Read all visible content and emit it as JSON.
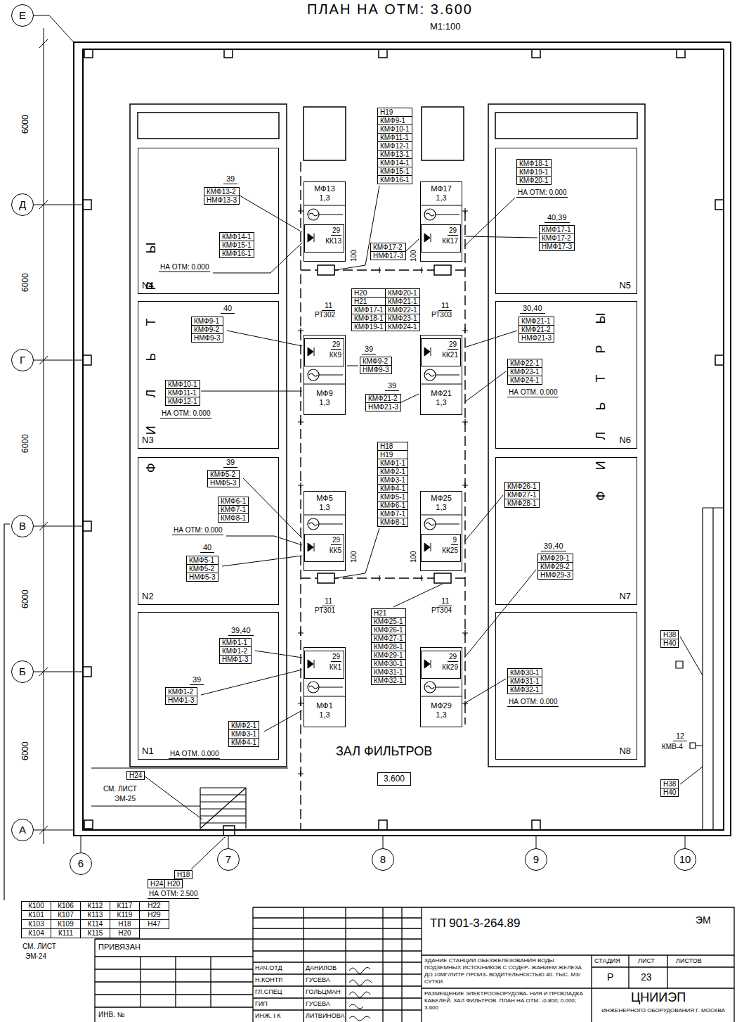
{
  "diagram": {
    "title": "ПЛАН НА ОТМ: 3.600",
    "nodes": [
      {
        "text": [
          "Е"
        ]
      },
      {
        "text": [
          "Д"
        ]
      },
      {
        "text": [
          "Г"
        ]
      },
      {
        "text": [
          "В"
        ]
      },
      {
        "text": [
          "Б"
        ]
      },
      {
        "text": [
          "А"
        ]
      },
      {
        "text": [
          "6"
        ]
      },
      {
        "text": [
          "7"
        ]
      },
      {
        "text": [
          "8"
        ]
      },
      {
        "text": [
          "9"
        ]
      },
      {
        "text": [
          "10"
        ]
      },
      {
        "text": [
          "N4"
        ]
      },
      {
        "text": [
          "N5"
        ]
      },
      {
        "text": [
          "N3"
        ]
      },
      {
        "text": [
          "N6"
        ]
      },
      {
        "text": [
          "N2"
        ]
      },
      {
        "text": [
          "N7"
        ]
      },
      {
        "text": [
          "N1"
        ]
      },
      {
        "text": [
          "N8"
        ]
      },
      {
        "text": [
          "МФ13",
          "1,3"
        ]
      },
      {
        "text": [
          "29",
          "КК13"
        ],
        "in": 19
      },
      {
        "text": [
          "МФ17",
          "1,3"
        ]
      },
      {
        "text": [
          "29",
          "КК17"
        ],
        "in": 21
      },
      {
        "text": [
          "МФ9",
          "1,3"
        ]
      },
      {
        "text": [
          "29",
          "КК9"
        ],
        "in": 23
      },
      {
        "text": [
          "МФ21",
          "1,3"
        ]
      },
      {
        "text": [
          "29",
          "КК21"
        ],
        "in": 25
      },
      {
        "text": [
          "МФ5",
          "1,3"
        ]
      },
      {
        "text": [
          "29",
          "КК5"
        ],
        "in": 27
      },
      {
        "text": [
          "МФ25",
          "1,3"
        ]
      },
      {
        "text": [
          "9",
          "КК25"
        ],
        "in": 29
      },
      {
        "text": [
          "МФ1",
          "1,3"
        ]
      },
      {
        "text": [
          "29",
          "КК1"
        ],
        "in": 31
      },
      {
        "text": [
          "МФ29",
          "1,3"
        ]
      },
      {
        "text": [
          "29",
          "КК29"
        ],
        "in": 33
      }
    ],
    "labels": [
      "М1:100",
      "6000",
      "6000",
      "6000",
      "6000",
      "6000",
      "ФИЛЬТРЫ",
      "ФИЛЬТРЫ",
      "39",
      "КМФ13-2",
      "НМФ13-3",
      "КМФ14-1",
      "КМФ15-1",
      "КМФ16-1",
      "НА ОТМ: 0.000",
      "Н19",
      "КМФ9-1",
      "КМФ10-1",
      "КМФ11-1",
      "КМФ12-1",
      "КМФ13-1",
      "КМФ14-1",
      "КМФ15-1",
      "КМФ16-1",
      "КМФ17-2",
      "НМФ17-3",
      "КМФ18-1",
      "КМФ19-1",
      "КМФ20-1",
      "НА ОТМ: 0.000",
      "40,39",
      "КМФ17-1",
      "КМФ17-2",
      "НМФ17-3",
      "100",
      "100",
      "11",
      "РТ302",
      "11",
      "РТ303",
      "Н20",
      "Н21",
      "КМФ17-1",
      "КМФ18-1",
      "КМФ19-1",
      "КМФ20-1",
      "КМФ21-1",
      "КМФ22-1",
      "КМФ23-1",
      "КМФ24-1",
      "40",
      "КМФ9-1",
      "КМФ9-2",
      "НМФ9-3",
      "КМФ10-1",
      "КМФ11-1",
      "КМФ12-1",
      "НА ОТМ: 0.000",
      "39",
      "КМФ9-2",
      "НМФ9-3",
      "39",
      "КМФ21-2",
      "НМФ21-3",
      "30,40",
      "КМФ21-1",
      "КМФ21-2",
      "НМФ21-3",
      "КМФ22-1",
      "КМФ23-1",
      "КМФ24-1",
      "НА ОТМ. 0.000",
      "39",
      "КМФ5-2",
      "НМФ5-3",
      "КМФ6-1",
      "КМФ7-1",
      "КМФ8-1",
      "НА ОТМ: 0.000",
      "40",
      "КМФ5-1",
      "КМФ5-2",
      "НМФ5-3",
      "Н18",
      "Н19",
      "КМФ1-1",
      "КМФ2-1",
      "КМФ3-1",
      "КМФ4-1",
      "КМФ5-1",
      "КМФ6-1",
      "КМФ7-1",
      "КМФ8-1",
      "100",
      "100",
      "КМФ26-1",
      "КМФ27-1",
      "КМФ28-1",
      "39,40",
      "КМФ29-1",
      "КМФ29-2",
      "НМФ29-3",
      "11",
      "РТ301",
      "11",
      "РТ304",
      "Н21",
      "КМФ25-1",
      "КМФ26-1",
      "КМФ27-1",
      "КМФ28-1",
      "КМФ29-1",
      "КМФ30-1",
      "КМФ31-1",
      "КМФ32-1",
      "39,40",
      "КМФ1-1",
      "КМФ1-2",
      "НМФ1-3",
      "39",
      "КМФ1-2",
      "НМФ1-3",
      "КМФ2-1",
      "КМФ3-1",
      "КМФ4-1",
      "НА ОТМ. 0.000",
      "КМФ30-1",
      "КМФ31-1",
      "КМФ32-1",
      "НА ОТМ: 0.000",
      "ЗАЛ ФИЛЬТРОВ",
      "3.600",
      "Н38",
      "Н40",
      "12",
      "КМВ-4",
      "Н38",
      "Н40",
      "Н24",
      "СМ. ЛИСТ",
      "ЭМ-25",
      "Н18",
      "Н24",
      "Н20",
      "НА ОТМ: 2.500",
      "К100",
      "К106",
      "К112",
      "К117",
      "Н22",
      "К101",
      "К107",
      "К113",
      "К119",
      "Н29",
      "К103",
      "К109",
      "К114",
      "Н18",
      "Н47",
      "К104",
      "К111",
      "К115",
      "Н20",
      "СМ. ЛИСТ",
      "ЭМ-24",
      "ТП 901-3-264.89",
      "ЭМ",
      "ПРИВЯЗАН",
      "НАЧ.ОТД",
      "ДАНИЛОВ",
      "Н.КОНТР.",
      "ГУСЕВА",
      "ГЛ.СПЕЦ",
      "ГОЛЬЦМАН",
      "ГИП",
      "ГУСЕВА",
      "ИНЖ. I К",
      "ЛИТВИНОВА",
      "ИНВ. №",
      "ЗДАНИЕ СТАНЦИИ ОБЕЗЖЕЛЕЗОВАНИЯ ВОДЫ ПОДЗЕМНЫХ ИСТОЧНИКОВ С СОДЕР- ЖАНИЕМ ЖЕЛЕЗА ДО 10МГ/ЛИТР ПРОИЗ- ВОДИТЕЛЬНОСТЬЮ 40. ТЫС. М3/СУТКИ.",
      "РАЗМЕЩЕНИЕ ЭЛЕКТРООБОРУДОВА- НИЯ И ПРОКЛАДКА КАБЕЛЕЙ. ЗАЛ ФИЛЬТРОВ. ПЛАН НА ОТМ. -0.800; 0.000; 3.600",
      "СТАДИЯ",
      "ЛИСТ",
      "ЛИСТОВ",
      "Р",
      "23",
      "ЦНИИЭП",
      "ИНЖЕНЕРНОГО ОБОРУДОВАНИЯ Г. МОСКВА"
    ]
  }
}
